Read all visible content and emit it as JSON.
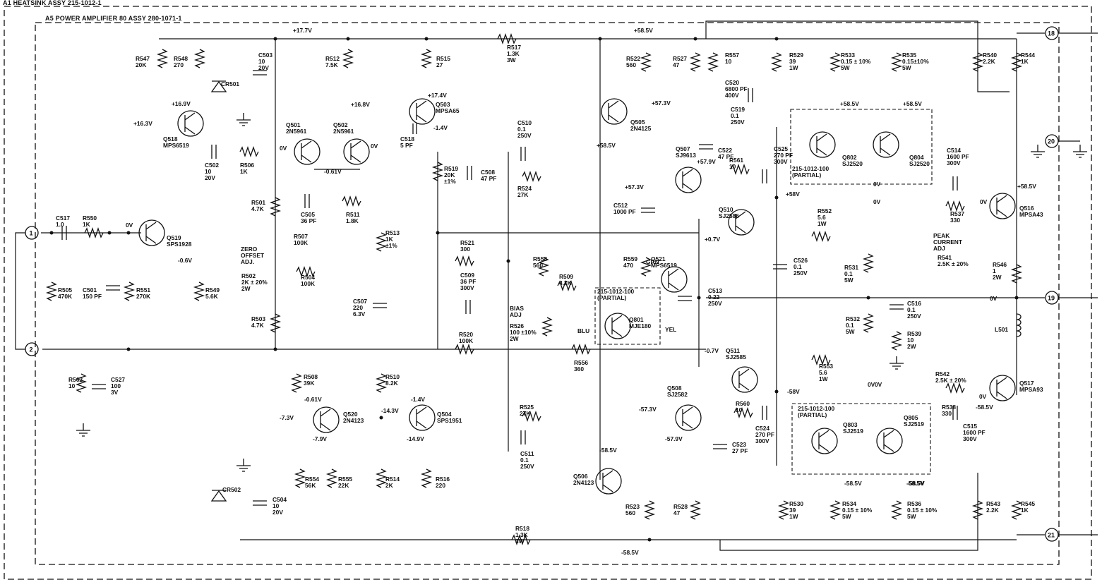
{
  "frame": {
    "outer_title": "A1 HEATSINK ASSY 215-1012-1",
    "inner_title": "A5 POWER AMPLIFIER 80 ASSY 280-1071-1"
  },
  "terminals": [
    "1",
    "2",
    "18",
    "19",
    "20",
    "21"
  ],
  "rails": {
    "p17": "+17.7V",
    "p58_top": "+58.5V",
    "n58_bot": "-58.5V"
  },
  "voltages": [
    "+16.9V",
    "+16.3V",
    "+16.8V",
    "+17.4V",
    "-1.4V",
    "0V",
    "0V",
    "-0.61V",
    "0V",
    "-0.6V",
    "+57.3V",
    "+58.5V",
    "+57.3V",
    "+57.9V",
    "+58.5V",
    "+58.5V",
    "+58V",
    "0V",
    "+0.7V",
    "0V",
    "-0.7V",
    "0V",
    "+58.5V",
    "0V",
    "0V",
    "0V",
    "-58V",
    "0V",
    "-58.5V",
    "-58.5V",
    "-58.5V",
    "-57.3V",
    "-57.9V",
    "-58.5V",
    "-1.4V",
    "-14.3V",
    "-14.9V",
    "-0.61V",
    "-7.9V",
    "-7.3V",
    "-58.5V"
  ],
  "components": [
    {
      "ref": "R547",
      "val": "20K"
    },
    {
      "ref": "R548",
      "val": "270"
    },
    {
      "ref": "C503",
      "val": "10|20V"
    },
    {
      "ref": "CR501",
      "val": ""
    },
    {
      "ref": "Q518",
      "val": "MPS6519"
    },
    {
      "ref": "C502",
      "val": "10|20V"
    },
    {
      "ref": "R506",
      "val": "1K"
    },
    {
      "ref": "Q501",
      "val": "2N5961"
    },
    {
      "ref": "Q502",
      "val": "2N5961"
    },
    {
      "ref": "R512",
      "val": "7.5K"
    },
    {
      "ref": "R515",
      "val": "27"
    },
    {
      "ref": "Q503",
      "val": "MPSA65"
    },
    {
      "ref": "C518",
      "val": "5 PF"
    },
    {
      "ref": "R517",
      "val": "1.3K|3W"
    },
    {
      "ref": "C510",
      "val": "0.1|250V"
    },
    {
      "ref": "R519",
      "val": "20K|±1%"
    },
    {
      "ref": "C508",
      "val": "47 PF"
    },
    {
      "ref": "R524",
      "val": "27K"
    },
    {
      "ref": "R522",
      "val": "560"
    },
    {
      "ref": "R527",
      "val": "47"
    },
    {
      "ref": "Q505",
      "val": "2N4125"
    },
    {
      "ref": "Q507",
      "val": "SJ9613"
    },
    {
      "ref": "R557",
      "val": "10"
    },
    {
      "ref": "C520",
      "val": "6800 PF|400V"
    },
    {
      "ref": "C519",
      "val": "0.1|250V"
    },
    {
      "ref": "C522",
      "val": "47 PF"
    },
    {
      "ref": "R561",
      "val": "10"
    },
    {
      "ref": "C525",
      "val": "270 PF|300V"
    },
    {
      "ref": "R529",
      "val": "39|1W"
    },
    {
      "ref": "R533",
      "val": "0.15 ± 10%|5W"
    },
    {
      "ref": "R535",
      "val": "0.15±10%|5W"
    },
    {
      "ref": "Q802",
      "val": "SJ2520"
    },
    {
      "ref": "Q804",
      "val": "SJ2520"
    },
    {
      "ref": "R540",
      "val": "2.2K"
    },
    {
      "ref": "R544",
      "val": "1K"
    },
    {
      "ref": "C514",
      "val": "1600 PF|300V"
    },
    {
      "ref": "R537",
      "val": "330"
    },
    {
      "ref": "Q516",
      "val": "MPSA43"
    },
    {
      "ref": "R541",
      "val": "2.5K ± 20%"
    },
    {
      "ref": "R546",
      "val": "1|2W"
    },
    {
      "ref": "L501",
      "val": ""
    },
    {
      "ref": "C512",
      "val": "1000 PF"
    },
    {
      "ref": "Q510",
      "val": "SJ2586"
    },
    {
      "ref": "R552",
      "val": "5.6|1W"
    },
    {
      "ref": "C526",
      "val": "0.1|250V"
    },
    {
      "ref": "R531",
      "val": "0.1|5W"
    },
    {
      "ref": "C517",
      "val": "1.0"
    },
    {
      "ref": "R550",
      "val": "1K"
    },
    {
      "ref": "Q519",
      "val": "SPS1928"
    },
    {
      "ref": "R505",
      "val": "470K"
    },
    {
      "ref": "C501",
      "val": "150 PF"
    },
    {
      "ref": "R551",
      "val": "270K"
    },
    {
      "ref": "R549",
      "val": "5.6K"
    },
    {
      "ref": "R501",
      "val": "4.7K"
    },
    {
      "ref": "C505",
      "val": "36 PF"
    },
    {
      "ref": "R511",
      "val": "1.8K"
    },
    {
      "ref": "R507",
      "val": "100K"
    },
    {
      "ref": "R502",
      "val": "2K ± 20%|2W"
    },
    {
      "ref": "R504",
      "val": "100K"
    },
    {
      "ref": "R503",
      "val": "4.7K"
    },
    {
      "ref": "R513",
      "val": "1K|±1%"
    },
    {
      "ref": "R521",
      "val": "300"
    },
    {
      "ref": "C509",
      "val": "36 PF|300V"
    },
    {
      "ref": "C507",
      "val": "220|6.3V"
    },
    {
      "ref": "R520",
      "val": "100K"
    },
    {
      "ref": "R526",
      "val": "100 ±10%|2W"
    },
    {
      "ref": "R558",
      "val": "560"
    },
    {
      "ref": "R509",
      "val": "4.7K"
    },
    {
      "ref": "R559",
      "val": "470"
    },
    {
      "ref": "Q521",
      "val": "MPS6519"
    },
    {
      "ref": "Q801",
      "val": "MJE180"
    },
    {
      "ref": "R556",
      "val": "360"
    },
    {
      "ref": "C513",
      "val": "0.22|250V"
    },
    {
      "ref": "C516",
      "val": "0.1|250V"
    },
    {
      "ref": "R532",
      "val": "0.1|5W"
    },
    {
      "ref": "R539",
      "val": "10|2W"
    },
    {
      "ref": "R542",
      "val": "2.5K ± 20%"
    },
    {
      "ref": "Q511",
      "val": "SJ2585"
    },
    {
      "ref": "R553",
      "val": "5.6|1W"
    },
    {
      "ref": "R560",
      "val": "10"
    },
    {
      "ref": "R538",
      "val": "330"
    },
    {
      "ref": "C515",
      "val": "1600 PF|300V"
    },
    {
      "ref": "Q517",
      "val": "MPSA93"
    },
    {
      "ref": "Q803",
      "val": "SJ2519"
    },
    {
      "ref": "Q805",
      "val": "SJ2519"
    },
    {
      "ref": "C524",
      "val": "270 PF|300V"
    },
    {
      "ref": "R562",
      "val": "10"
    },
    {
      "ref": "C527",
      "val": "100|3V"
    },
    {
      "ref": "R508",
      "val": "39K"
    },
    {
      "ref": "Q520",
      "val": "2N4123"
    },
    {
      "ref": "R510",
      "val": "8.2K"
    },
    {
      "ref": "Q504",
      "val": "SPS1951"
    },
    {
      "ref": "R525",
      "val": "27K"
    },
    {
      "ref": "C511",
      "val": "0.1|250V"
    },
    {
      "ref": "Q508",
      "val": "SJ2582"
    },
    {
      "ref": "C523",
      "val": "27 PF"
    },
    {
      "ref": "Q506",
      "val": "2N4123"
    },
    {
      "ref": "R523",
      "val": "560"
    },
    {
      "ref": "R528",
      "val": "47"
    },
    {
      "ref": "R530",
      "val": "39|1W"
    },
    {
      "ref": "R534",
      "val": "0.15 ± 10%|5W"
    },
    {
      "ref": "R536",
      "val": "0.15 ± 10%|5W"
    },
    {
      "ref": "R543",
      "val": "2.2K"
    },
    {
      "ref": "R545",
      "val": "1K"
    },
    {
      "ref": "R554",
      "val": "56K"
    },
    {
      "ref": "R555",
      "val": "22K"
    },
    {
      "ref": "R514",
      "val": "2K"
    },
    {
      "ref": "R516",
      "val": "220"
    },
    {
      "ref": "R518",
      "val": "1.3K|3W"
    },
    {
      "ref": "CR502",
      "val": ""
    },
    {
      "ref": "C504",
      "val": "10|20V"
    }
  ],
  "notes": {
    "zero_offset": "ZERO|OFFSET|ADJ.",
    "bias_adj": "BIAS|ADJ",
    "peak_current": "PEAK|CURRENT|ADJ",
    "partial_1": "215-1012-100|(PARTIAL)",
    "partial_2": "215-1012-100|(PARTIAL)",
    "partial_3": "215-1012-100|(PARTIAL)",
    "grn": "GRN",
    "blu": "BLU",
    "yel": "YEL"
  }
}
